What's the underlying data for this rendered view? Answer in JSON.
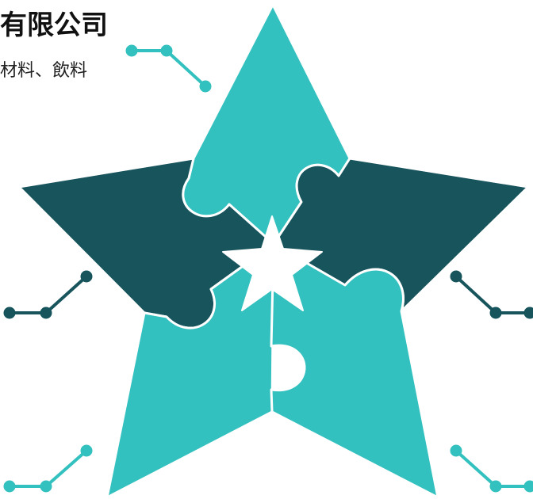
{
  "header": {
    "title": "有限公司",
    "subtitle": "材料、飲料"
  },
  "colors": {
    "teal": "#33c1bf",
    "dark_teal": "#17545c",
    "background": "#ffffff",
    "piece_outline": "#ffffff"
  },
  "diagram": {
    "shape": "five-point star made of puzzle pieces with a white star in the center",
    "pieces": [
      {
        "name": "top",
        "color": "teal"
      },
      {
        "name": "left",
        "color": "dark_teal"
      },
      {
        "name": "right",
        "color": "dark_teal"
      },
      {
        "name": "bottom-left",
        "color": "teal"
      },
      {
        "name": "bottom-right",
        "color": "teal"
      }
    ],
    "connectors": [
      {
        "name": "top",
        "color": "teal"
      },
      {
        "name": "left-middle",
        "color": "dark_teal"
      },
      {
        "name": "right-middle",
        "color": "dark_teal"
      },
      {
        "name": "left-bottom",
        "color": "teal"
      },
      {
        "name": "right-bottom",
        "color": "teal"
      }
    ]
  }
}
